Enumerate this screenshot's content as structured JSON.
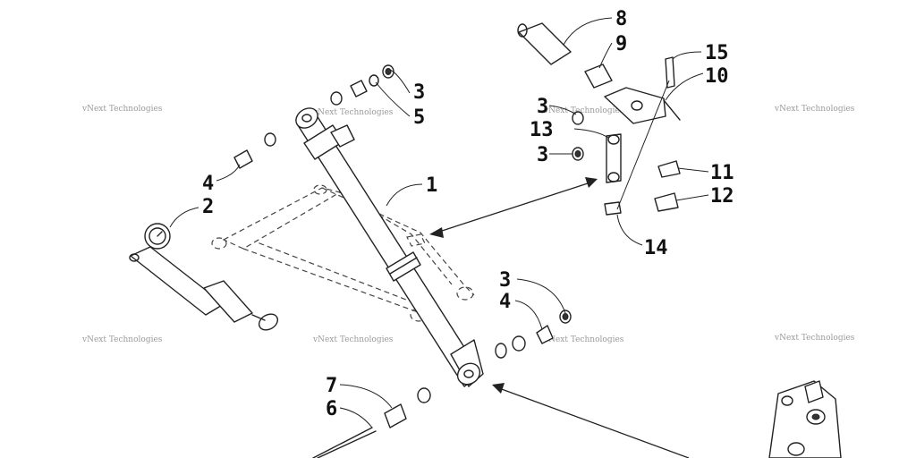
{
  "diagram": {
    "callouts": [
      "1",
      "2",
      "3",
      "3",
      "3",
      "3",
      "4",
      "4",
      "5",
      "6",
      "7",
      "8",
      "9",
      "10",
      "11",
      "12",
      "13",
      "14",
      "15"
    ],
    "watermark": "vNext Technologies"
  }
}
